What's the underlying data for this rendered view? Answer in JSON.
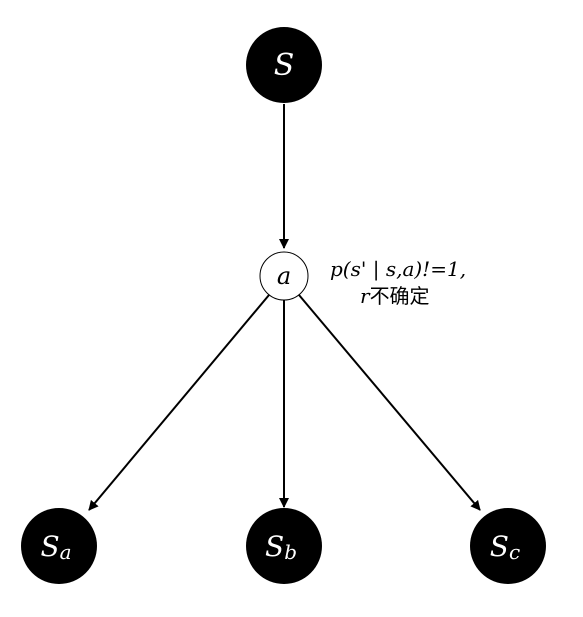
{
  "colors": {
    "state_fill": "#000000",
    "action_fill": "#ffffff",
    "edge": "#000000"
  },
  "nodes": {
    "root": {
      "label": "S"
    },
    "action": {
      "label": "a"
    },
    "children": [
      {
        "label": "S",
        "subscript": "a"
      },
      {
        "label": "S",
        "subscript": "b"
      },
      {
        "label": "S",
        "subscript": "c"
      }
    ]
  },
  "annotation": {
    "line1": "p(s' | s,a)!=1,",
    "line2_var": "r",
    "line2_text": "不确定"
  }
}
